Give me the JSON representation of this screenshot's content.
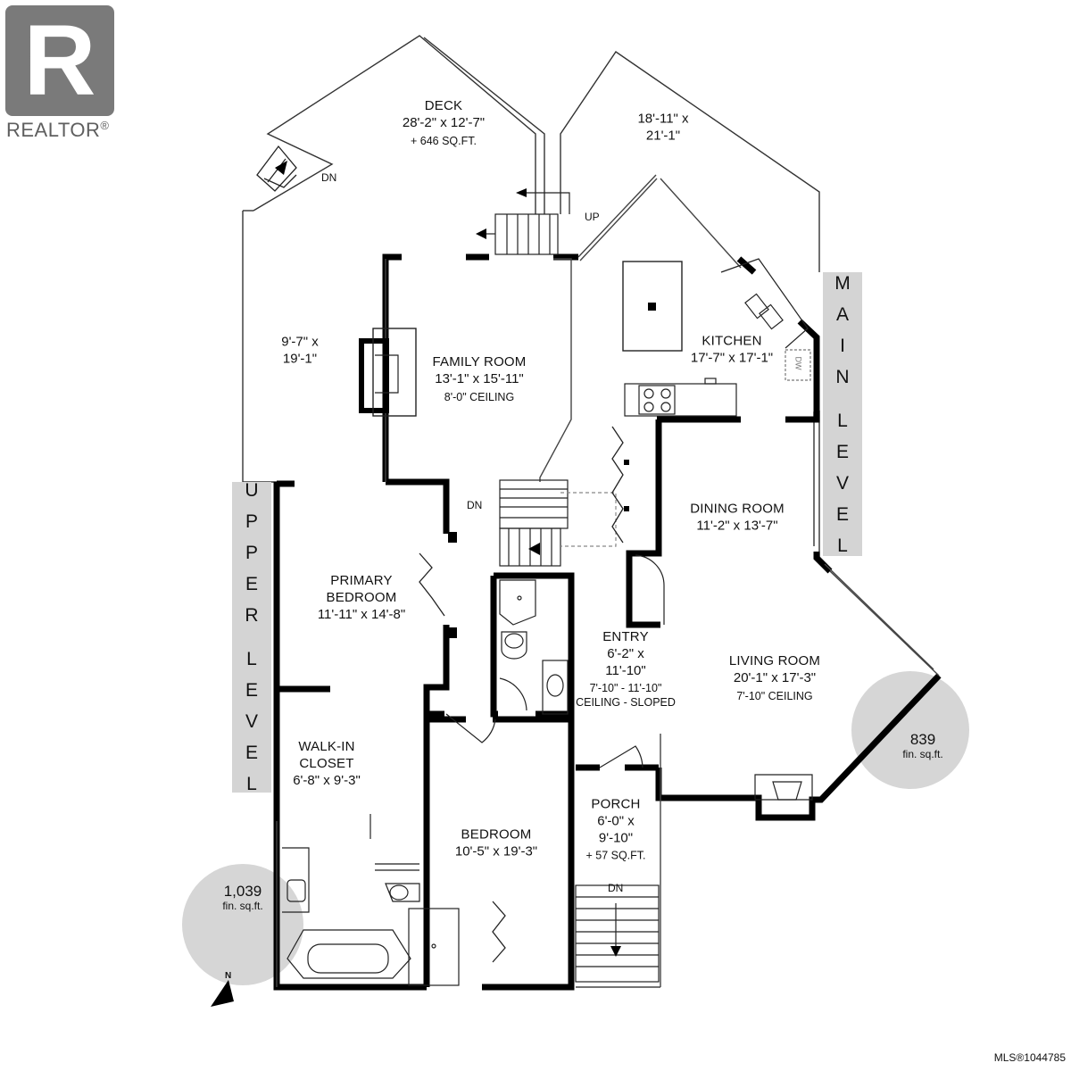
{
  "branding": {
    "logo_mark": "R",
    "logo_word": "REALTOR",
    "logo_reg": "®",
    "mls": "MLS®1044785"
  },
  "levels": {
    "main": [
      "M",
      "A",
      "I",
      "N",
      "",
      "L",
      "E",
      "V",
      "E",
      "L"
    ],
    "upper": [
      "U",
      "P",
      "P",
      "E",
      "R",
      "",
      "L",
      "E",
      "V",
      "E",
      "L"
    ]
  },
  "areas": {
    "main": {
      "value": "839",
      "unit": "fin. sq.ft."
    },
    "upper": {
      "value": "1,039",
      "unit": "fin. sq.ft."
    }
  },
  "compass": {
    "label": "N"
  },
  "rooms": {
    "deck": {
      "name": "DECK",
      "dims": "28'-2\" x 12'-7\"",
      "extra": "+ 646 SQ.FT."
    },
    "deck2": {
      "dims1": "18'-11\" x",
      "dims2": "21'-1\""
    },
    "side": {
      "dims1": "9'-7\" x",
      "dims2": "19'-1\""
    },
    "family": {
      "name": "FAMILY ROOM",
      "dims": "13'-1\" x 15'-11\"",
      "extra": "8'-0\" CEILING"
    },
    "kitchen": {
      "name": "KITCHEN",
      "dims": "17'-7\" x 17'-1\""
    },
    "dining": {
      "name": "DINING ROOM",
      "dims": "11'-2\" x 13'-7\""
    },
    "primary": {
      "name1": "PRIMARY",
      "name2": "BEDROOM",
      "dims": "11'-11\" x 14'-8\""
    },
    "entry": {
      "name": "ENTRY",
      "dims1": "6'-2\" x",
      "dims2": "11'-10\"",
      "extra1": "7'-10\" - 11'-10\"",
      "extra2": "CEILING - SLOPED"
    },
    "living": {
      "name": "LIVING ROOM",
      "dims": "20'-1\" x 17'-3\"",
      "extra": "7'-10\" CEILING"
    },
    "walkin": {
      "name1": "WALK-IN",
      "name2": "CLOSET",
      "dims": "6'-8\" x 9'-3\""
    },
    "bedroom": {
      "name": "BEDROOM",
      "dims": "10'-5\" x 19'-3\""
    },
    "porch": {
      "name": "PORCH",
      "dims1": "6'-0\" x",
      "dims2": "9'-10\"",
      "extra": "+ 57 SQ.FT."
    }
  },
  "stairs": {
    "dn_deck": "DN",
    "up": "UP",
    "dn_center": "DN",
    "dn_porch": "DN"
  },
  "fixtures": {
    "dw": "DW"
  }
}
